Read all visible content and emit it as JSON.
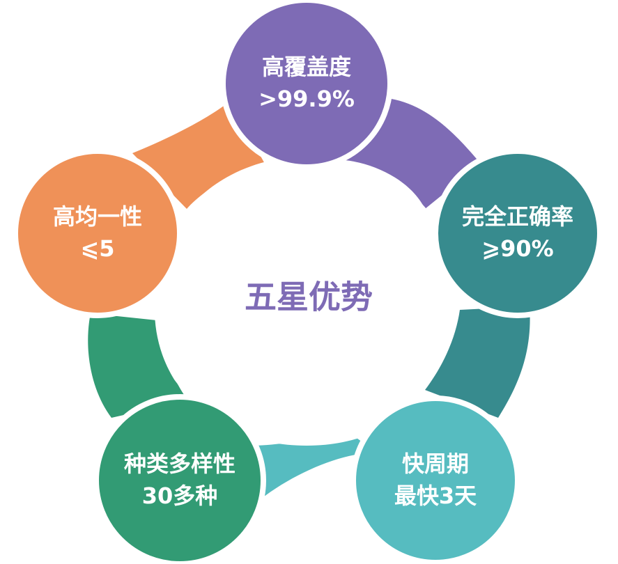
{
  "center": {
    "title": "五星优势"
  },
  "nodes": [
    {
      "line1": "高覆盖度",
      "line2": ">99.9%",
      "color": "#7e6bb5"
    },
    {
      "line1": "完全正确率",
      "line2": "⩾90%",
      "color": "#378b8e"
    },
    {
      "line1": "快周期",
      "line2": "最快3天",
      "color": "#56bcc0"
    },
    {
      "line1": "种类多样性",
      "line2": "30多种",
      "color": "#329b74"
    },
    {
      "line1": "高均一性",
      "line2": "⩽5",
      "color": "#ef9158"
    }
  ]
}
